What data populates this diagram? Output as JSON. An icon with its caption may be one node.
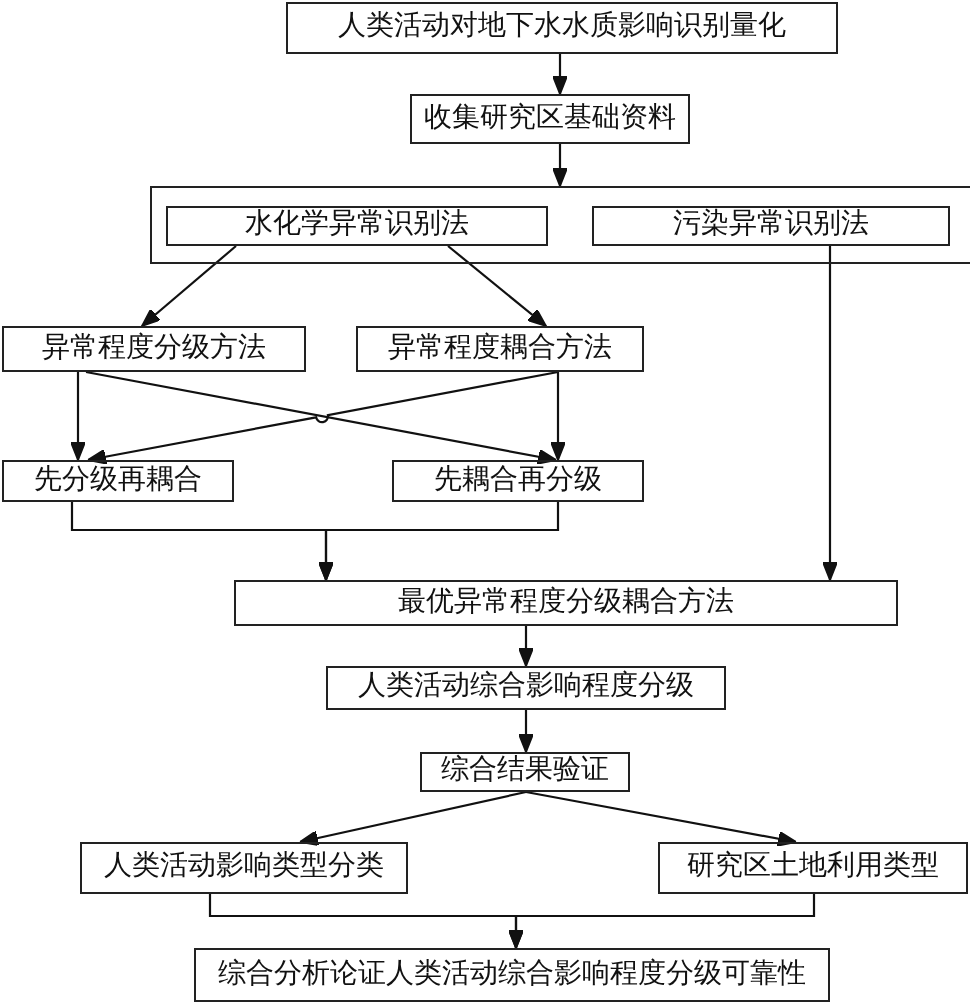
{
  "diagram": {
    "nodes": [
      {
        "text": [
          "人类活动对地下水水质影响识别量化"
        ]
      },
      {
        "text": [
          "收集研究区基础资料"
        ]
      },
      {
        "text": [],
        "shape": "box"
      },
      {
        "text": [
          "水化学异常识别法"
        ],
        "in": 2
      },
      {
        "text": [
          "污染异常识别法"
        ],
        "in": 2
      },
      {
        "text": [
          "异常程度分级方法"
        ]
      },
      {
        "text": [
          "异常程度耦合方法"
        ]
      },
      {
        "text": [
          "先分级再耦合"
        ]
      },
      {
        "text": [
          "先耦合再分级"
        ]
      },
      {
        "text": [
          "最优异常程度分级耦合方法"
        ]
      },
      {
        "text": [
          "人类活动综合影响程度分级"
        ]
      },
      {
        "text": [
          "综合结果验证"
        ]
      },
      {
        "text": [
          "人类活动影响类型分类"
        ]
      },
      {
        "text": [
          "研究区土地利用类型"
        ]
      },
      {
        "text": [
          "综合分析论证人类活动综合影响程度分级可靠性"
        ]
      }
    ],
    "edges": [
      {
        "from": 0,
        "to": 1,
        "arrow": "to"
      },
      {
        "from": 1,
        "to": 2,
        "arrow": "to"
      },
      {
        "from": 3,
        "to": 5,
        "arrow": "to"
      },
      {
        "from": 3,
        "to": 6,
        "arrow": "to"
      },
      {
        "from": 5,
        "to": 7,
        "arrow": "to"
      },
      {
        "from": 5,
        "to": 8,
        "arrow": "to"
      },
      {
        "from": 6,
        "to": 7,
        "arrow": "to"
      },
      {
        "from": 6,
        "to": 8,
        "arrow": "to"
      },
      {
        "from": 7,
        "to": 9,
        "arrow": "to"
      },
      {
        "from": 8,
        "to": 9,
        "arrow": "to"
      },
      {
        "from": 4,
        "to": 9,
        "arrow": "to"
      },
      {
        "from": 9,
        "to": 10,
        "arrow": "to"
      },
      {
        "from": 10,
        "to": 11,
        "arrow": "to"
      },
      {
        "from": 11,
        "to": 12,
        "arrow": "to"
      },
      {
        "from": 11,
        "to": 13,
        "arrow": "to"
      },
      {
        "from": 12,
        "to": 14,
        "arrow": "to"
      },
      {
        "from": 13,
        "to": 14,
        "arrow": "to"
      }
    ]
  }
}
